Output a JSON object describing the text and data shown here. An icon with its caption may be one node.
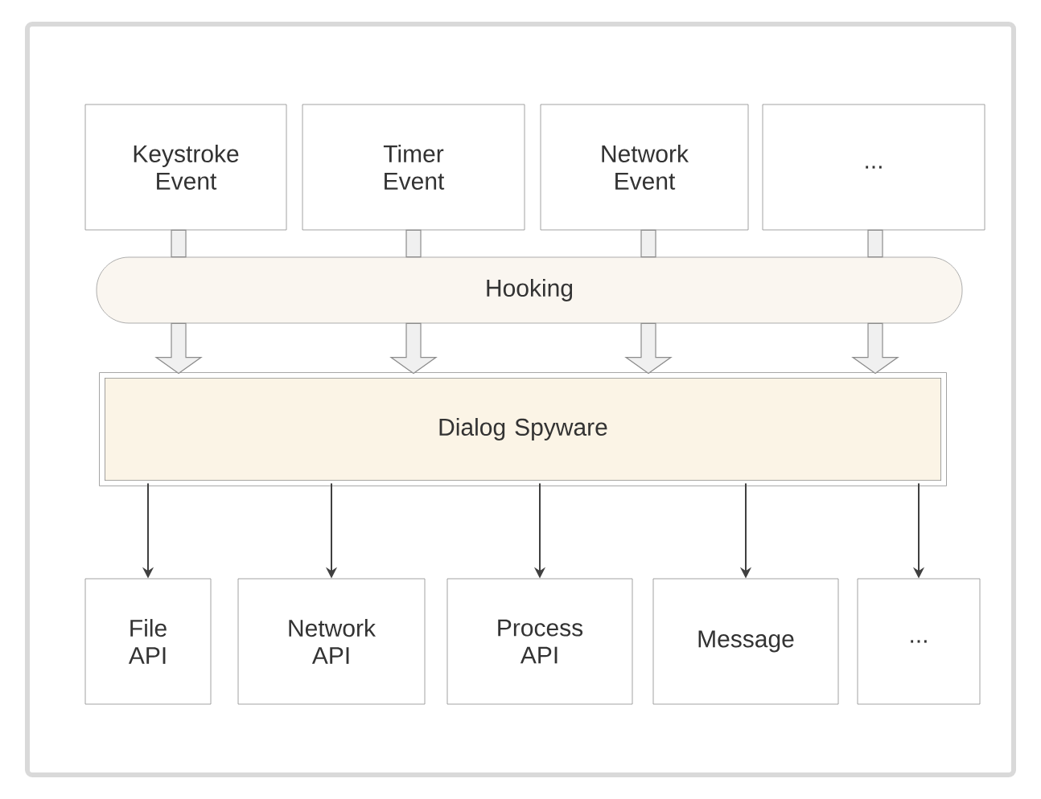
{
  "diagram": {
    "nodes": [
      {
        "text": [
          "Keystroke Event"
        ]
      },
      {
        "text": [
          "Timer Event"
        ]
      },
      {
        "text": [
          "Network Event"
        ]
      },
      {
        "text": [
          "..."
        ]
      },
      {
        "text": [
          "Hooking"
        ]
      },
      {
        "text": [
          "Dialog Spyware"
        ]
      },
      {
        "text": [
          "File API"
        ]
      },
      {
        "text": [
          "Network API"
        ]
      },
      {
        "text": [
          "Process API"
        ]
      },
      {
        "text": [
          "Message"
        ]
      },
      {
        "text": [
          "..."
        ]
      }
    ],
    "edges": [
      {
        "from": 0,
        "to": 4,
        "arrow": "none",
        "style": "thick"
      },
      {
        "from": 1,
        "to": 4,
        "arrow": "none",
        "style": "thick"
      },
      {
        "from": 2,
        "to": 4,
        "arrow": "none",
        "style": "thick"
      },
      {
        "from": 3,
        "to": 4,
        "arrow": "none",
        "style": "thick"
      },
      {
        "from": 4,
        "to": 5,
        "arrow": "to",
        "style": "thick"
      },
      {
        "from": 4,
        "to": 5,
        "arrow": "to",
        "style": "thick"
      },
      {
        "from": 4,
        "to": 5,
        "arrow": "to",
        "style": "thick"
      },
      {
        "from": 4,
        "to": 5,
        "arrow": "to",
        "style": "thick"
      },
      {
        "from": 5,
        "to": 6,
        "arrow": "to"
      },
      {
        "from": 5,
        "to": 7,
        "arrow": "to"
      },
      {
        "from": 5,
        "to": 8,
        "arrow": "to"
      },
      {
        "from": 5,
        "to": 9,
        "arrow": "to"
      },
      {
        "from": 5,
        "to": 10,
        "arrow": "to"
      }
    ]
  }
}
